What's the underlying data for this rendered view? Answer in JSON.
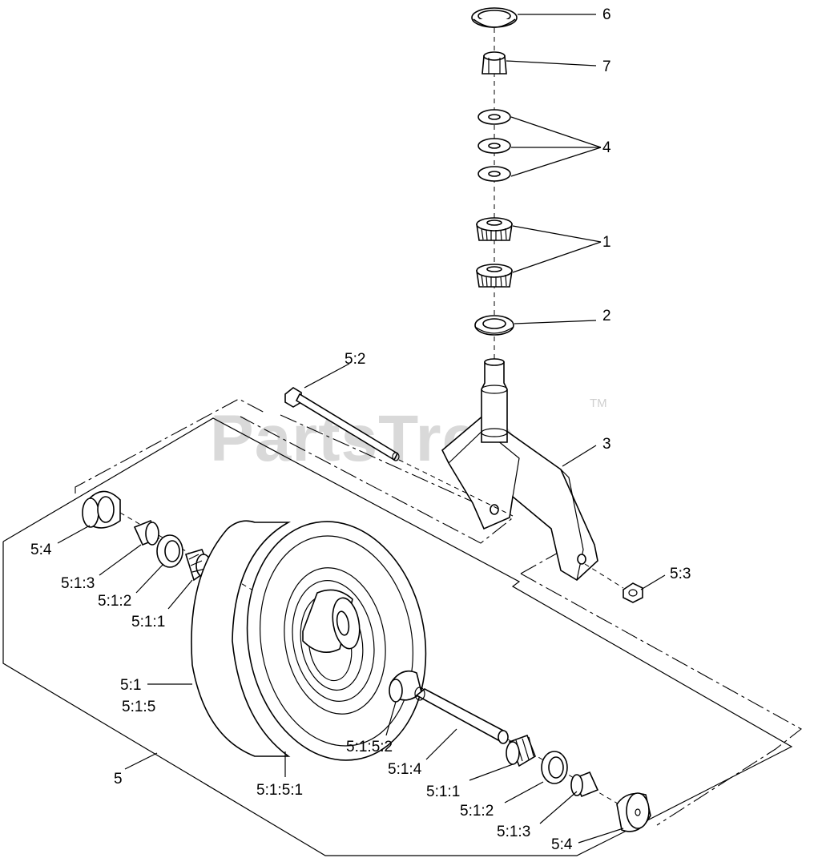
{
  "watermark": {
    "text": "PartsTree",
    "trademark": "TM"
  },
  "callouts": {
    "c6": "6",
    "c7": "7",
    "c4": "4",
    "c1": "1",
    "c2": "2",
    "c52": "5:2",
    "c3": "3",
    "c54_left": "5:4",
    "c513_left": "5:1:3",
    "c512_left": "5:1:2",
    "c511_left": "5:1:1",
    "c53": "5:3",
    "c51": "5:1",
    "c515": "5:1:5",
    "c5": "5",
    "c5151": "5:1:5:1",
    "c5152": "5:1:5:2",
    "c514": "5:1:4",
    "c511_right": "5:1:1",
    "c512_right": "5:1:2",
    "c513_right": "5:1:3",
    "c54_right": "5:4"
  }
}
